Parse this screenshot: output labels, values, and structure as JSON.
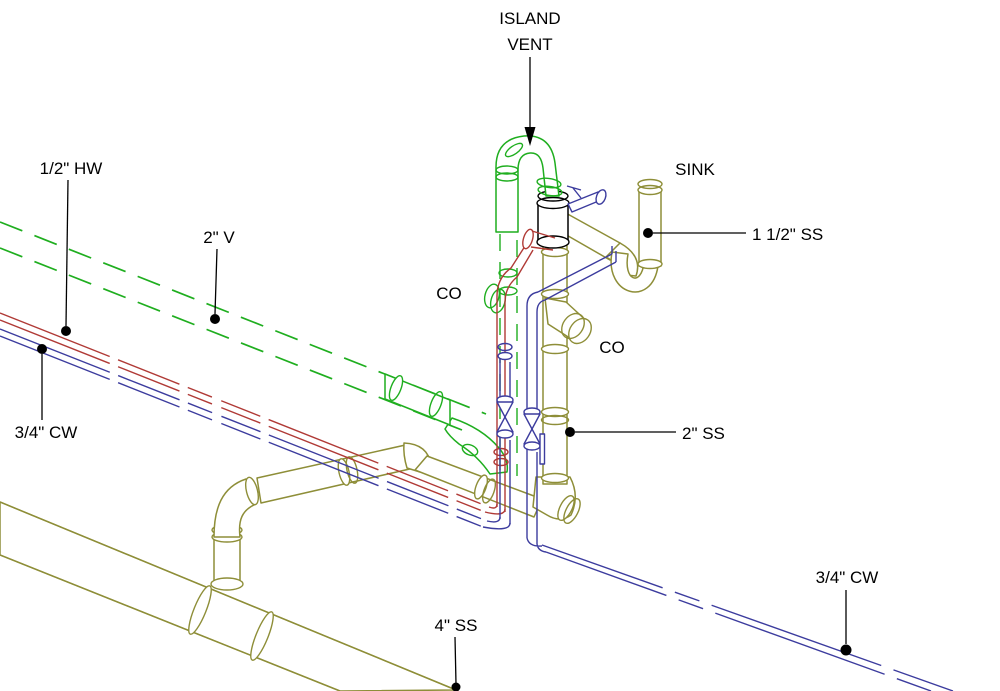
{
  "drawing_type": "isometric plumbing riser diagram",
  "colors": {
    "bg": "#ffffff",
    "vent": "#1fae1f",
    "hw": "#b03a36",
    "cw": "#3c3c9e",
    "ss": "#8e8e38",
    "ann": "#000000"
  },
  "labels": {
    "island_vent_line1": "ISLAND",
    "island_vent_line2": "VENT",
    "sink": "SINK",
    "hw_branch": "1/2\" HW",
    "vent_branch": "2\" V",
    "cleanout_left": "CO",
    "cleanout_right": "CO",
    "cw_supply_left": "3/4\" CW",
    "sink_drain": "1 1/2\" SS",
    "branch_drain": "2\" SS",
    "cw_supply_right": "3/4\" CW",
    "main_drain": "4\" SS"
  }
}
